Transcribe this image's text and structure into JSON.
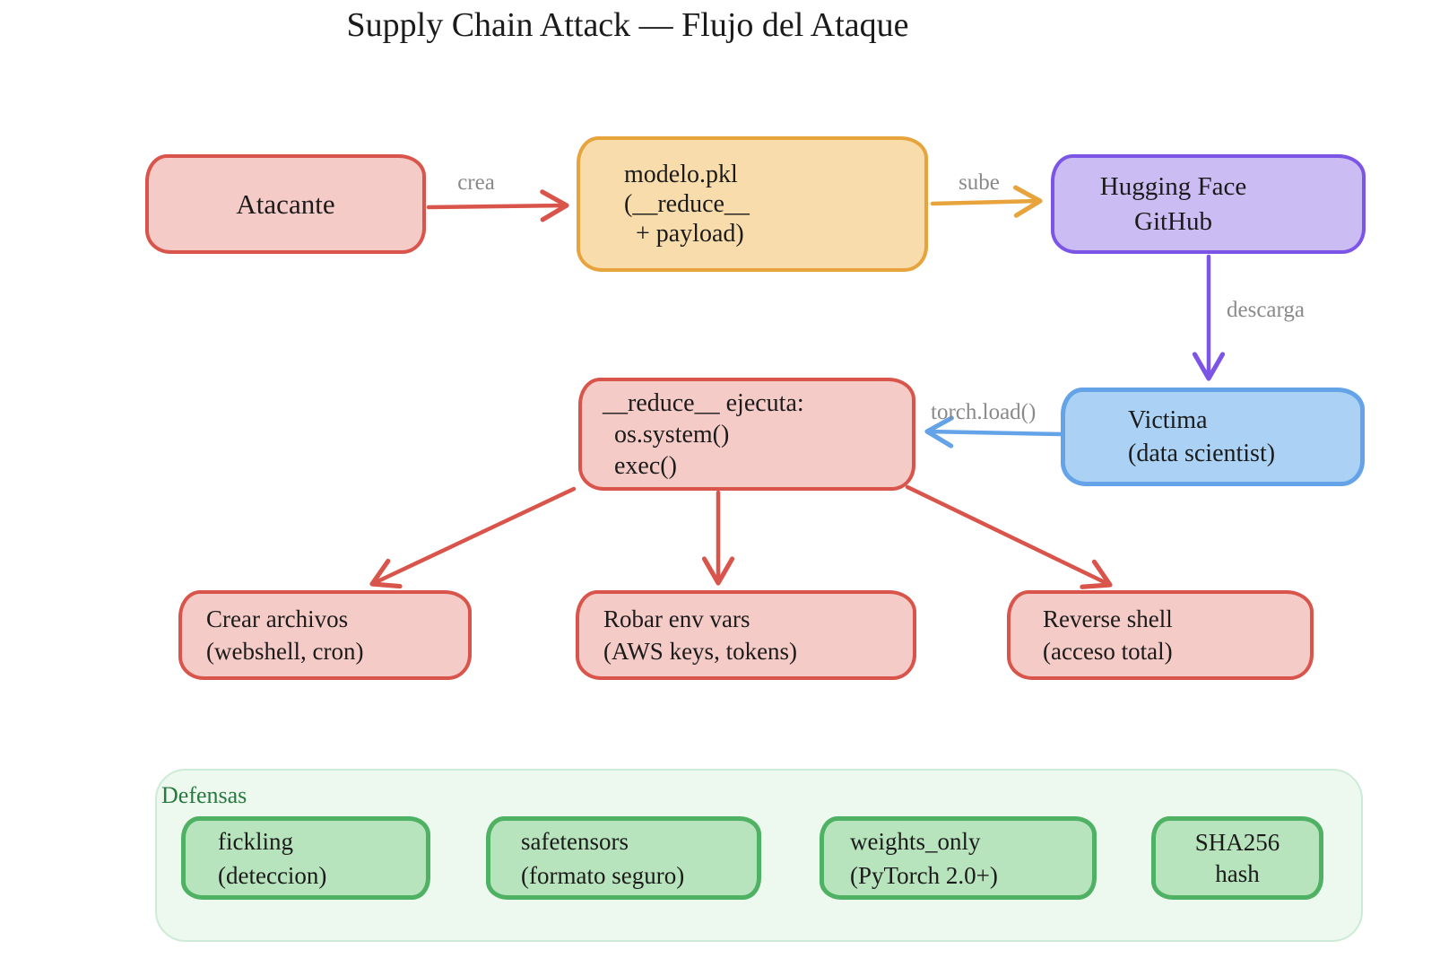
{
  "title": "Supply Chain Attack — Flujo del Ataque",
  "nodes": {
    "atacante": {
      "lines": [
        "Atacante"
      ]
    },
    "modelo": {
      "lines": [
        "modelo.pkl",
        "(__reduce__",
        "+ payload)"
      ]
    },
    "huggingface": {
      "lines": [
        "Hugging Face",
        "GitHub"
      ]
    },
    "victima": {
      "lines": [
        "Victima",
        "(data scientist)"
      ]
    },
    "reduce_ejecuta": {
      "lines": [
        "__reduce__ ejecuta:",
        "os.system()",
        "exec()"
      ]
    },
    "crear_archivos": {
      "lines": [
        "Crear archivos",
        "(webshell, cron)"
      ]
    },
    "robar_env_vars": {
      "lines": [
        "Robar env vars",
        "(AWS keys, tokens)"
      ]
    },
    "reverse_shell": {
      "lines": [
        "Reverse shell",
        "(acceso total)"
      ]
    }
  },
  "edges": {
    "crea": {
      "label": "crea"
    },
    "sube": {
      "label": "sube"
    },
    "descarga": {
      "label": "descarga"
    },
    "torch_load": {
      "label": "torch.load()"
    }
  },
  "defensas": {
    "label": "Defensas",
    "items": [
      {
        "lines": [
          "fickling",
          "(deteccion)"
        ]
      },
      {
        "lines": [
          "safetensors",
          "(formato seguro)"
        ]
      },
      {
        "lines": [
          "weights_only",
          "(PyTorch 2.0+)"
        ]
      },
      {
        "lines": [
          "SHA256",
          "hash"
        ]
      }
    ]
  },
  "colors": {
    "red-border": "#d9544a",
    "red-fill": "#f5cbc7",
    "orange-border": "#e7a33c",
    "orange-fill": "#f8dcab",
    "purple-border": "#7d55e6",
    "purple-fill": "#cbbcf3",
    "blue-border": "#64a3e8",
    "blue-fill": "#abd2f4",
    "green-border": "#4fb163",
    "green-fill": "#b8e4bd",
    "panel-fill": "#edf8ee",
    "panel-border": "#cdebd6",
    "defensas-text": "#27793f",
    "edge-label": "#8a8a8a",
    "text": "#1b1b1b"
  }
}
